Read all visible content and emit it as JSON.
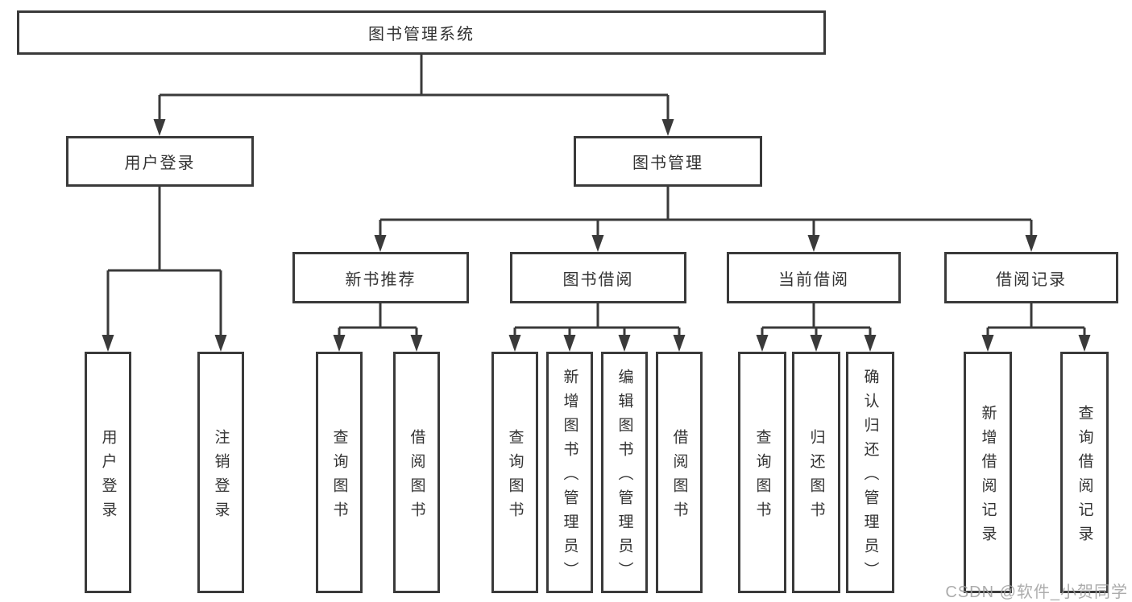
{
  "diagram_title": "图书管理系统",
  "tree": {
    "label": "图书管理系统",
    "children": [
      {
        "label": "用户登录",
        "children": [
          {
            "label": "用户登录"
          },
          {
            "label": "注销登录"
          }
        ]
      },
      {
        "label": "图书管理",
        "children": [
          {
            "label": "新书推荐",
            "children": [
              {
                "label": "查询图书"
              },
              {
                "label": "借阅图书"
              }
            ]
          },
          {
            "label": "图书借阅",
            "children": [
              {
                "label": "查询图书"
              },
              {
                "label": "新增图书（管理员）"
              },
              {
                "label": "编辑图书（管理员）"
              },
              {
                "label": "借阅图书"
              }
            ]
          },
          {
            "label": "当前借阅",
            "children": [
              {
                "label": "查询图书"
              },
              {
                "label": "归还图书"
              },
              {
                "label": "确认归还（管理员）"
              }
            ]
          },
          {
            "label": "借阅记录",
            "children": [
              {
                "label": "新增借阅记录"
              },
              {
                "label": "查询借阅记录"
              }
            ]
          }
        ]
      }
    ]
  },
  "watermark": {
    "text": "CSDN @软件_小贺同学"
  },
  "colors": {
    "line": "#3a3a3a",
    "text": "#333333",
    "watermark": "#9e9e9e",
    "background": "#ffffff"
  }
}
